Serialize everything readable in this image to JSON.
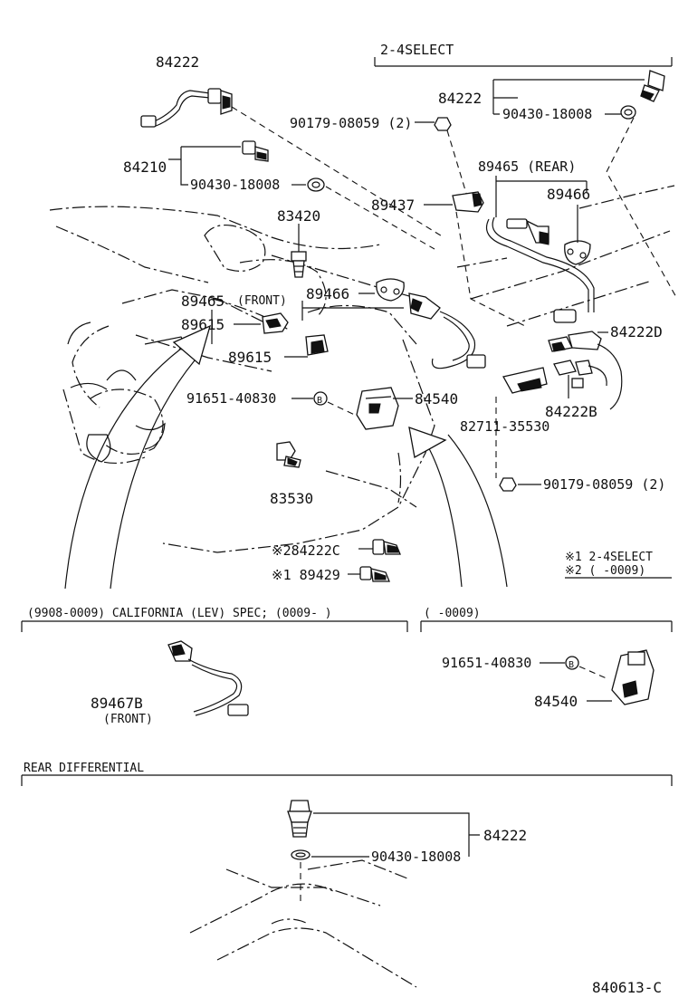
{
  "labels": {
    "select_header": "2-4SELECT",
    "p84222_top_left": "84222",
    "p84222_top_right": "84222",
    "p90430_top_right": "90430-18008",
    "p90179_top": "90179-08059 (2)",
    "p84210": "84210",
    "p90430_left": "90430-18008",
    "p89465_rear": "89465 (REAR)",
    "p89437": "89437",
    "p89466_right": "89466",
    "p83420": "83420",
    "p89466_mid": "89466",
    "p89465_front": "89465",
    "front_note": "(FRONT)",
    "p89615_a": "89615",
    "p89615_b": "89615",
    "p84222d": "84222D",
    "p91651_mid": "91651-40830",
    "p84540_mid": "84540",
    "p84222b": "84222B",
    "p82711": "82711-35530",
    "p90179_bottom": "90179-08059 (2)",
    "p83530": "83530",
    "p84222c": "※284222C",
    "p89429": "※1 89429",
    "legend_1": "※1 2-4SELECT",
    "legend_2": "※2 (      -0009)",
    "california_header": "(9908-0009) CALIFORNIA (LEV) SPEC; (0009-       )",
    "right_header": "(       -0009)",
    "p89467b": "89467B",
    "front_note_2": "(FRONT)",
    "p91651_lower": "91651-40830",
    "p84540_lower": "84540",
    "rear_diff_header": "REAR DIFFERENTIAL",
    "p84222_rear": "84222",
    "p90430_rear": "90430-18008",
    "diagram_code": "840613-C"
  },
  "callouts": {
    "B": "B"
  }
}
